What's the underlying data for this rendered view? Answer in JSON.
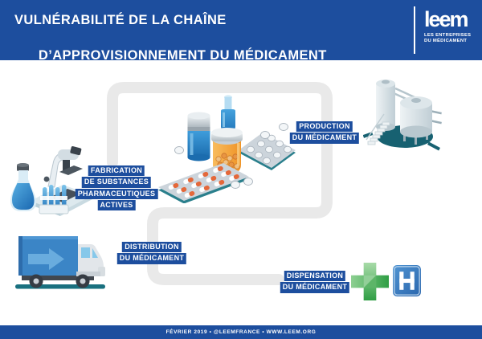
{
  "header": {
    "title_line1": "VULNÉRABILITÉ DE LA CHAÎNE",
    "title_line2": "D’APPROVISIONNEMENT DU MÉDICAMENT",
    "logo": {
      "wordmark": "leem",
      "tagline_line1": "LES ENTREPRISES",
      "tagline_line2": "DU MÉDICAMENT"
    }
  },
  "steps": [
    {
      "id": "fabrication",
      "lines": [
        "FABRICATION",
        "DE SUBSTANCES",
        "PHARMACEUTIQUES",
        "ACTIVES"
      ],
      "icon": "microscope-flask"
    },
    {
      "id": "production",
      "lines": [
        "PRODUCTION",
        "DU MÉDICAMENT"
      ],
      "icon": "factory-tanks"
    },
    {
      "id": "distribution",
      "lines": [
        "DISTRIBUTION",
        "DU MÉDICAMENT"
      ],
      "icon": "delivery-truck"
    },
    {
      "id": "dispensation",
      "lines": [
        "DISPENSATION",
        "DU MÉDICAMENT"
      ],
      "icon": "pharmacy-cross-and-hospital-sign"
    }
  ],
  "center_illustration": "medicines-blisters-vials-pill-jar",
  "footer": {
    "text": "FÉVRIER 2019 • @LEEMFRANCE • WWW.LEEM.ORG"
  },
  "colors": {
    "brand_blue": "#1d4e9e",
    "path_gray": "#e9e9e9",
    "pharmacy_green": "#3aa44b",
    "hospital_sign_blue": "#3b7fc4",
    "truck_blue": "#3b85c6",
    "capsule_orange": "#e4683a",
    "teal_accent": "#1a6e7d"
  }
}
